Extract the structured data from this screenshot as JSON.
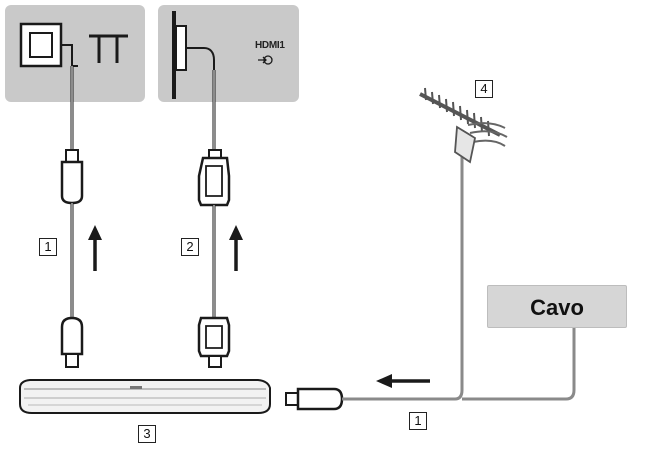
{
  "callouts": {
    "cable_rf_left": "1",
    "cable_hdmi": "2",
    "recorder": "3",
    "antenna": "4",
    "cable_rf_bottom": "1"
  },
  "tv_panel_right": {
    "port_label": "HDMI1"
  },
  "cable_box": {
    "label": "Cavo"
  },
  "colors": {
    "panel_gray": "#c9c9c9",
    "cavo_gray": "#d6d6d6",
    "line": "#1a1a1a",
    "cable_gray": "#8a8a8a"
  }
}
